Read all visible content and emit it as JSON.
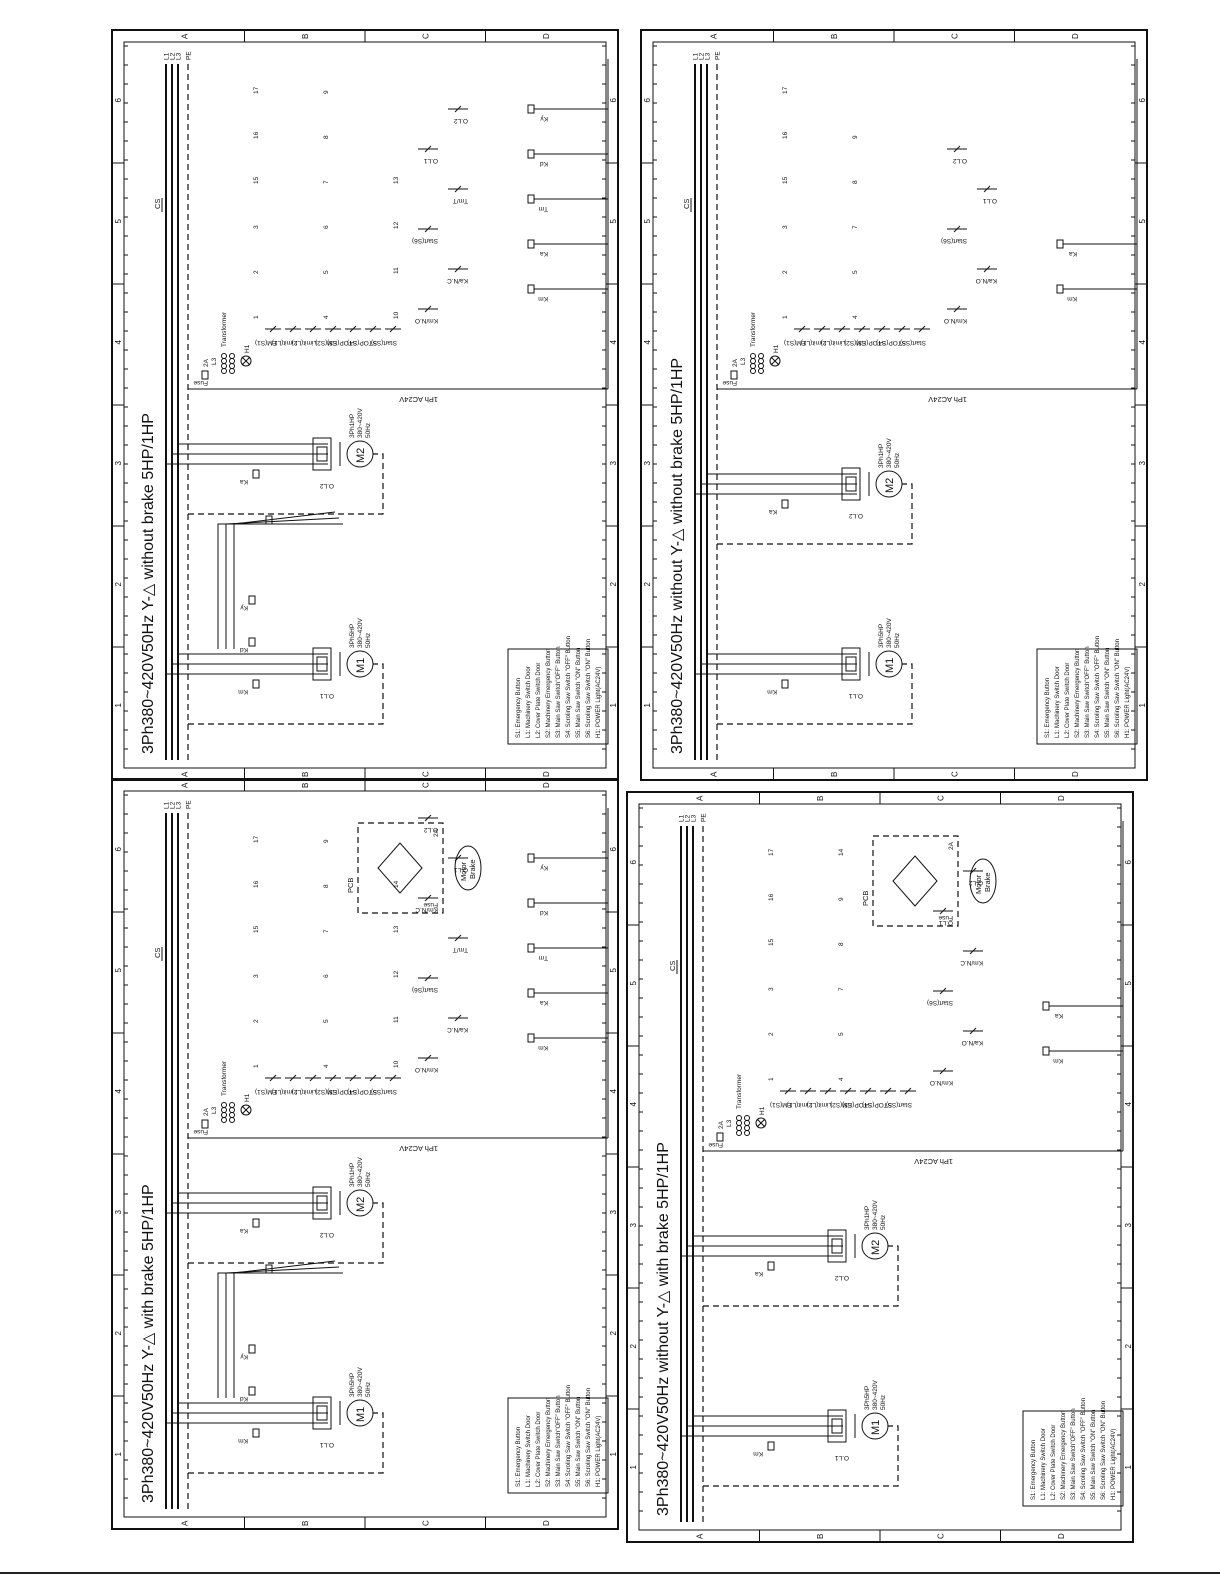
{
  "panels": [
    {
      "id": "tl",
      "title": "3Ph380~420V50Hz Y-△  with brake 5HP/1HP",
      "rail_labels": [
        "L1",
        "L2",
        "L3",
        "PE"
      ],
      "cs_label": "CS",
      "ac_label": "1Ph AC24V",
      "motors": [
        {
          "name": "M1",
          "spec1": "3Ph5HP",
          "spec2": "380~420V",
          "spec3": "50Hz",
          "ol": "O.L1",
          "contactors": [
            "Km",
            "Kd",
            "Ky"
          ]
        },
        {
          "name": "M2",
          "spec1": "3Ph1HP",
          "spec2": "380~420V",
          "spec3": "50Hz",
          "ol": "O.L2",
          "contactors": [
            "Ka"
          ]
        }
      ],
      "transformer": {
        "fuse": "Fuse",
        "rating": "2A",
        "label": "Transformer",
        "l3": "L3",
        "h1": "H1"
      },
      "switches": [
        "EM(S1)",
        "Limit(L1)",
        "Limit(L2)",
        "EM(S2)",
        "STOP(S3)",
        "STOP(S4)",
        "Start(S5)"
      ],
      "wire_numbers": [
        "1",
        "2",
        "3",
        "15",
        "16",
        "17",
        "4",
        "5",
        "6",
        "7",
        "8",
        "9",
        "10",
        "11",
        "12",
        "13",
        "14"
      ],
      "coils": [
        "Km",
        "Ka",
        "Tm",
        "Kd",
        "Ky"
      ],
      "contacts": [
        "Km/N.O",
        "Ka/N.C",
        "Start(S6)",
        "Tm/T",
        "Km/N.C",
        "O.L1",
        "O.L2"
      ],
      "brake": {
        "pcb": "PCB",
        "label1": "Motor",
        "label2": "Brake",
        "fuse": "Fuse",
        "rating": "2A"
      },
      "legend": [
        "S1: Emergency Button",
        "L1: Machinery Switch Door",
        "L2: Cover Plate Switch Door",
        "S2: Machinery Emergency Button",
        "S3: Main Saw Switch\"OFF\" Button",
        "S4: Scroling Saw Switch \"OFF\" Button",
        "S5: Main Saw Switch \"ON\" Button",
        "S6: Scroling Saw Switch \"ON\" Button",
        "H1: POWER Light(AC24V)"
      ],
      "has_brake": true,
      "has_yd": true
    },
    {
      "id": "tr",
      "title": "3Ph380~420V50Hz Y-△  without brake 5HP/1HP",
      "rail_labels": [
        "L1",
        "L2",
        "L3",
        "PE"
      ],
      "cs_label": "CS",
      "ac_label": "1Ph AC24V",
      "motors": [
        {
          "name": "M1",
          "spec1": "3Ph5HP",
          "spec2": "380~420V",
          "spec3": "50Hz",
          "ol": "O.L1",
          "contactors": [
            "Km",
            "Kd",
            "Ky"
          ]
        },
        {
          "name": "M2",
          "spec1": "3Ph1HP",
          "spec2": "380~420V",
          "spec3": "50Hz",
          "ol": "O.L2",
          "contactors": [
            "Ka"
          ]
        }
      ],
      "transformer": {
        "fuse": "Fuse",
        "rating": "2A",
        "label": "Transformer",
        "l3": "L3",
        "h1": "H1"
      },
      "switches": [
        "EM(S1)",
        "Limit(L1)",
        "Limit(L2)",
        "EM(S2)",
        "STOP(S3)",
        "STOP(S4)",
        "Start(S5)"
      ],
      "wire_numbers": [
        "1",
        "2",
        "3",
        "15",
        "16",
        "17",
        "4",
        "5",
        "6",
        "7",
        "8",
        "9",
        "10",
        "11",
        "12",
        "13"
      ],
      "coils": [
        "Km",
        "Ka",
        "Tm",
        "Kd",
        "Ky"
      ],
      "contacts": [
        "Km/N.O",
        "Ka/N.C",
        "Start(S6)",
        "Tm/T",
        "O.L1",
        "O.L2"
      ],
      "brake": null,
      "legend": [
        "S1: Emergency Button",
        "L1: Machinery Switch Door",
        "L2: Cover Plate Switch Door",
        "S2: Machinery Emergency Button",
        "S3: Main Saw Switch\"OFF\" Button",
        "S4: Scroling Saw Switch \"OFF\" Button",
        "S5: Main Saw Switch \"ON\" Button",
        "S6: Scroling Saw Switch \"ON\" Button",
        "H1: POWER Light(AC24V)"
      ],
      "has_brake": false,
      "has_yd": true
    },
    {
      "id": "bl",
      "title": "3Ph380~420V50Hz  without Y-△  with brake 5HP/1HP",
      "rail_labels": [
        "L1",
        "L2",
        "L3",
        "PE"
      ],
      "cs_label": "CS",
      "ac_label": "1Ph AC24V",
      "motors": [
        {
          "name": "M1",
          "spec1": "3Ph5HP",
          "spec2": "380~420V",
          "spec3": "50Hz",
          "ol": "O.L1",
          "contactors": [
            "Km"
          ]
        },
        {
          "name": "M2",
          "spec1": "3Ph1HP",
          "spec2": "380~420V",
          "spec3": "50Hz",
          "ol": "O.L2",
          "contactors": [
            "Ka"
          ]
        }
      ],
      "transformer": {
        "fuse": "Fuse",
        "rating": "2A",
        "label": "Transformer",
        "l3": "L3",
        "h1": "H1"
      },
      "switches": [
        "EM(S1)",
        "Limit(L1)",
        "Limit(L2)",
        "EM(S2)",
        "STOP(S3)",
        "STOP(S4)",
        "Start(S5)"
      ],
      "wire_numbers": [
        "1",
        "2",
        "3",
        "15",
        "16",
        "17",
        "4",
        "5",
        "7",
        "8",
        "9",
        "14"
      ],
      "coils": [
        "Km",
        "Ka"
      ],
      "contacts": [
        "Km/N.O",
        "Ka/N.O",
        "Start(S6)",
        "Km/N.C",
        "O.L1",
        "O.L2"
      ],
      "brake": {
        "pcb": "PCB",
        "label1": "Motor",
        "label2": "Brake",
        "fuse": "Fuse",
        "rating": "2A"
      },
      "legend": [
        "S1: Emergency Button",
        "L1: Machinery Switch Door",
        "L2: Cover Plate Switch Door",
        "S2: Machinery Emergency Button",
        "S3: Main Saw Switch\"OFF\" Button",
        "S4: Scroling Saw Switch \"OFF\" Button",
        "S5: Main Saw Switch \"ON\" Button",
        "S6: Scroling Saw Switch \"ON\" Button",
        "H1: POWER Light(AC24V)"
      ],
      "has_brake": true,
      "has_yd": false
    },
    {
      "id": "br",
      "title": "3Ph380~420V50Hz without Y-△  without brake 5HP/1HP",
      "rail_labels": [
        "L1",
        "L2",
        "L3",
        "PE"
      ],
      "cs_label": "CS",
      "ac_label": "1Ph AC24V",
      "motors": [
        {
          "name": "M1",
          "spec1": "3Ph5HP",
          "spec2": "380~420V",
          "spec3": "50Hz",
          "ol": "O.L1",
          "contactors": [
            "Km"
          ]
        },
        {
          "name": "M2",
          "spec1": "3Ph1HP",
          "spec2": "380~420V",
          "spec3": "50Hz",
          "ol": "O.L2",
          "contactors": [
            "Ka"
          ]
        }
      ],
      "transformer": {
        "fuse": "Fuse",
        "rating": "2A",
        "label": "Transformer",
        "l3": "L3",
        "h1": "H1"
      },
      "switches": [
        "EM(S1)",
        "Limit(L1)",
        "Limit(L2)",
        "EM(S2)",
        "STOP(S3)",
        "STOP(S4)",
        "Start(S5)"
      ],
      "wire_numbers": [
        "1",
        "2",
        "3",
        "15",
        "16",
        "17",
        "4",
        "5",
        "7",
        "8",
        "9"
      ],
      "coils": [
        "Km",
        "Ka"
      ],
      "contacts": [
        "Km/N.O",
        "Ka/N.O",
        "Start(S6)",
        "O.L1",
        "O.L2"
      ],
      "brake": null,
      "legend": [
        "S1: Emergency Button",
        "L1: Machinery Switch Door",
        "L2: Cover Plate Switch Door",
        "S2: Machinery Emergency Button",
        "S3: Main Saw Switch\"OFF\" Button",
        "S4: Scroling Saw Switch \"OFF\" Button",
        "S5: Main Saw Switch \"ON\" Button",
        "S6: Scroling Saw Switch \"ON\" Button",
        "H1: POWER Light(AC24V)"
      ],
      "has_brake": false,
      "has_yd": false
    }
  ],
  "border_letters": [
    "A",
    "B",
    "C",
    "D"
  ],
  "border_numbers": [
    "1",
    "2",
    "3",
    "4",
    "5",
    "6"
  ]
}
